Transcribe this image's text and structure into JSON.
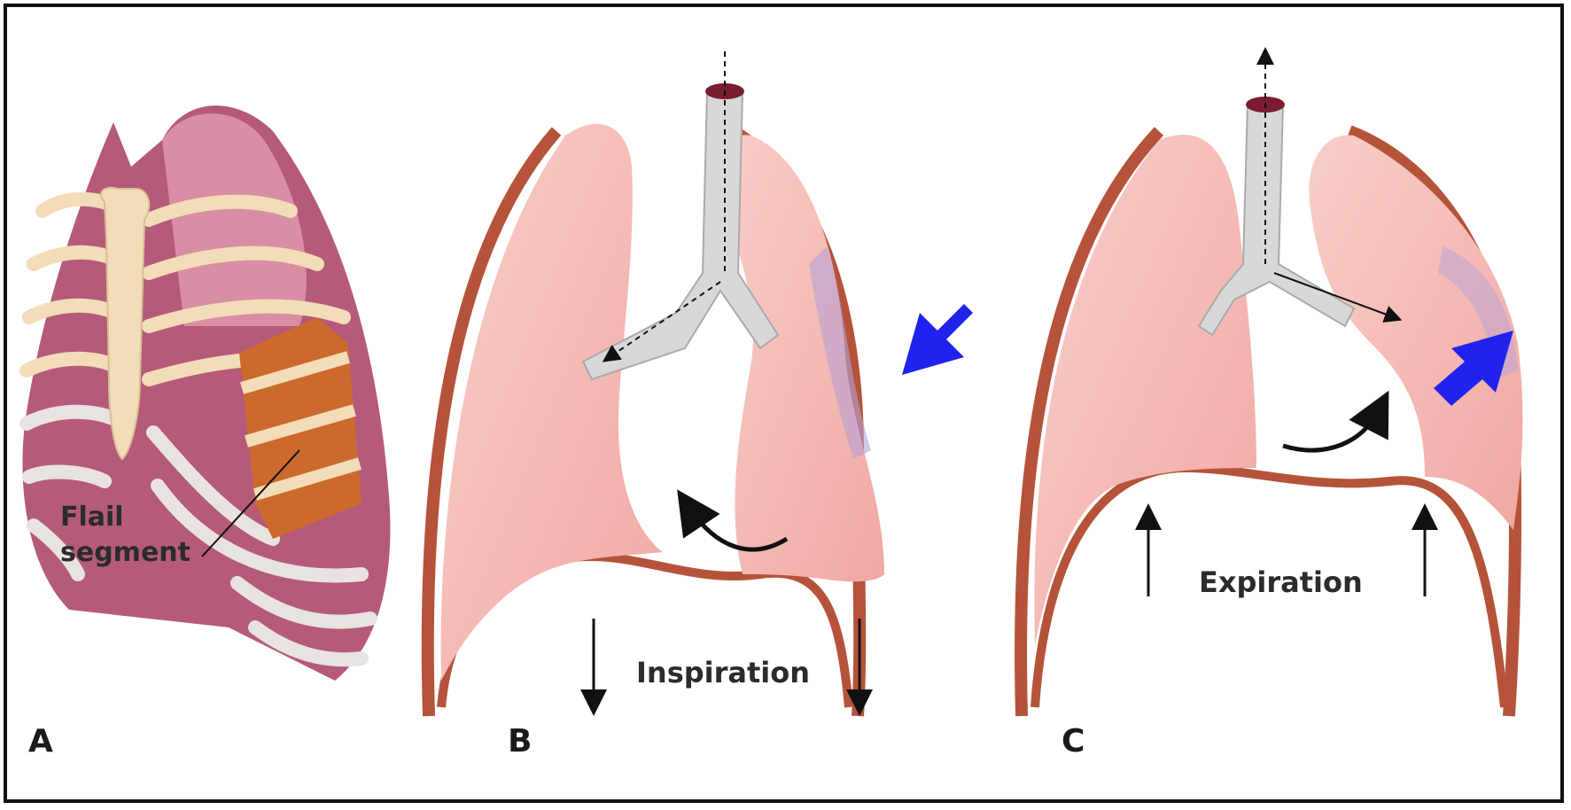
{
  "panels": [
    {
      "letter": "A",
      "label_line1": "Flail",
      "label_line2": "segment"
    },
    {
      "letter": "B",
      "caption": "Inspiration"
    },
    {
      "letter": "C",
      "caption": "Expiration"
    }
  ],
  "colors": {
    "lung": "#f4b3ae",
    "lung_dark": "#a8324e",
    "chest_wall": "#b5533a",
    "rib": "#f3dcb8",
    "flail": "#cc6a2e",
    "arrow_blue": "#2222ee",
    "border": "#111111"
  }
}
